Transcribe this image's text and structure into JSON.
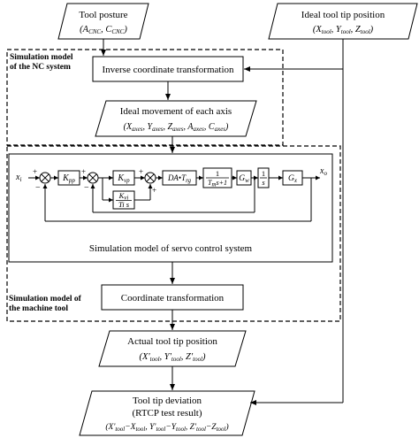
{
  "nodes": {
    "tool_posture": {
      "label": "Tool posture",
      "formula": "(A_CNC, C_CNC)"
    },
    "ideal_tip": {
      "label": "Ideal tool tip position",
      "formula": "(X_tool, Y_tool, Z_tool)"
    },
    "inverse": {
      "label": "Inverse coordinate transformation"
    },
    "ideal_movement": {
      "label": "Ideal movement of each axis",
      "formula": "(X_axes, Y_axes, Z_axes, A_axes, C_axes)"
    },
    "servo_caption": {
      "label": "Simulation model of servo control system"
    },
    "coord": {
      "label": "Coordinate transformation"
    },
    "actual_tip": {
      "label": "Actual tool tip position",
      "formula": "(X'_tool, Y'_tool, Z'_tool)"
    },
    "deviation": {
      "label": "Tool tip deviation",
      "sublabel": "(RTCP test result)",
      "formula": "(X'_tool − X_tool, Y'_tool − Y_tool, Z'_tool − Z_tool)"
    }
  },
  "groups": {
    "nc": {
      "line1": "Simulation model",
      "line2": "of the NC system"
    },
    "machine": {
      "line1": "Simulation model of",
      "line2": "the machine tool"
    }
  },
  "servo": {
    "input": "x_i",
    "output": "x_o",
    "kpp": "K_pp",
    "kvp": "K_vp",
    "kvi_num": "K_vi",
    "kvi_den": "Ti s",
    "da": "DA • T_rg",
    "motor_num": "1",
    "motor_den": "T_m s+1",
    "gw": "G_w",
    "int_num": "1",
    "int_den": "s",
    "gx": "G_x",
    "plus": "+",
    "minus": "−"
  }
}
